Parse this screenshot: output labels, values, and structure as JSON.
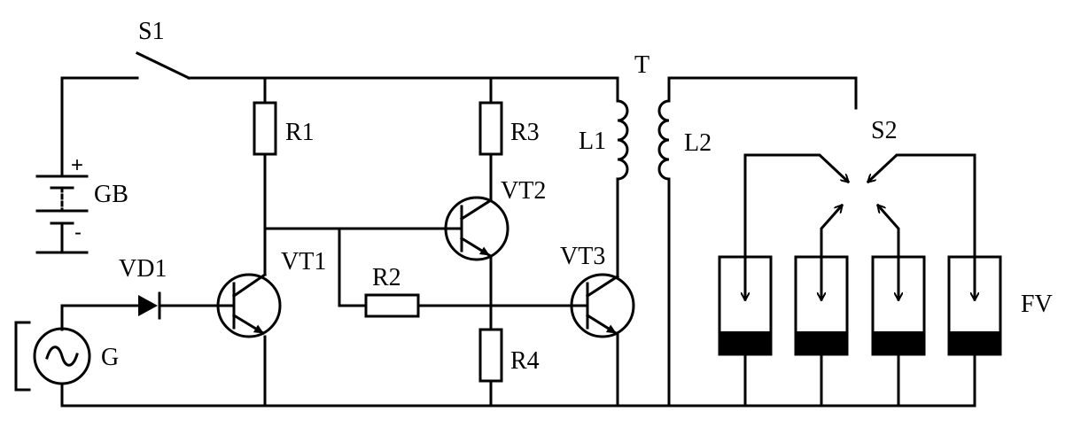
{
  "labels": {
    "s1": "S1",
    "t": "T",
    "gb": "GB",
    "gb_plus": "+",
    "gb_minus": "-",
    "r1": "R1",
    "r3": "R3",
    "l1": "L1",
    "l2": "L2",
    "s2": "S2",
    "vt2": "VT2",
    "vt1": "VT1",
    "vt3": "VT3",
    "vd1": "VD1",
    "r2": "R2",
    "fv": "FV",
    "g": "G",
    "r4": "R4"
  }
}
